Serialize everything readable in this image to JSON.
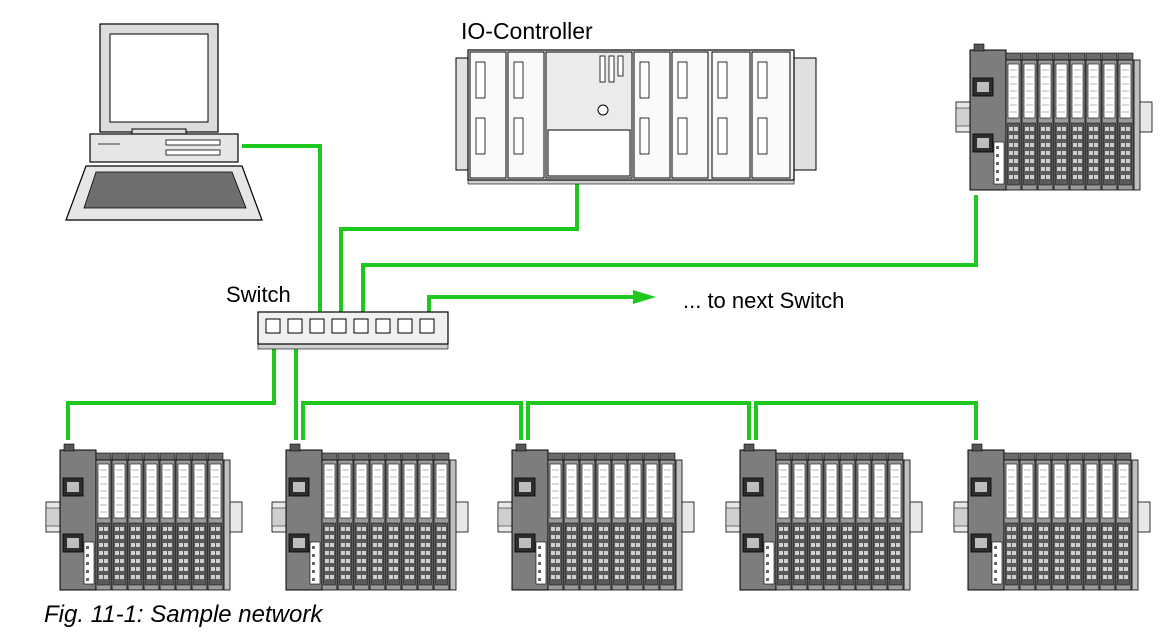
{
  "diagram": {
    "labels": {
      "io_controller": "IO-Controller",
      "switch": "Switch",
      "next_switch": "... to next Switch"
    },
    "caption": "Fig. 11-1: Sample network",
    "colors": {
      "link": "#1ec81e",
      "device_body": "#8c8c8c",
      "device_dark": "#5a5a5a",
      "panel": "#f2f2f2",
      "outline": "#000000"
    }
  }
}
